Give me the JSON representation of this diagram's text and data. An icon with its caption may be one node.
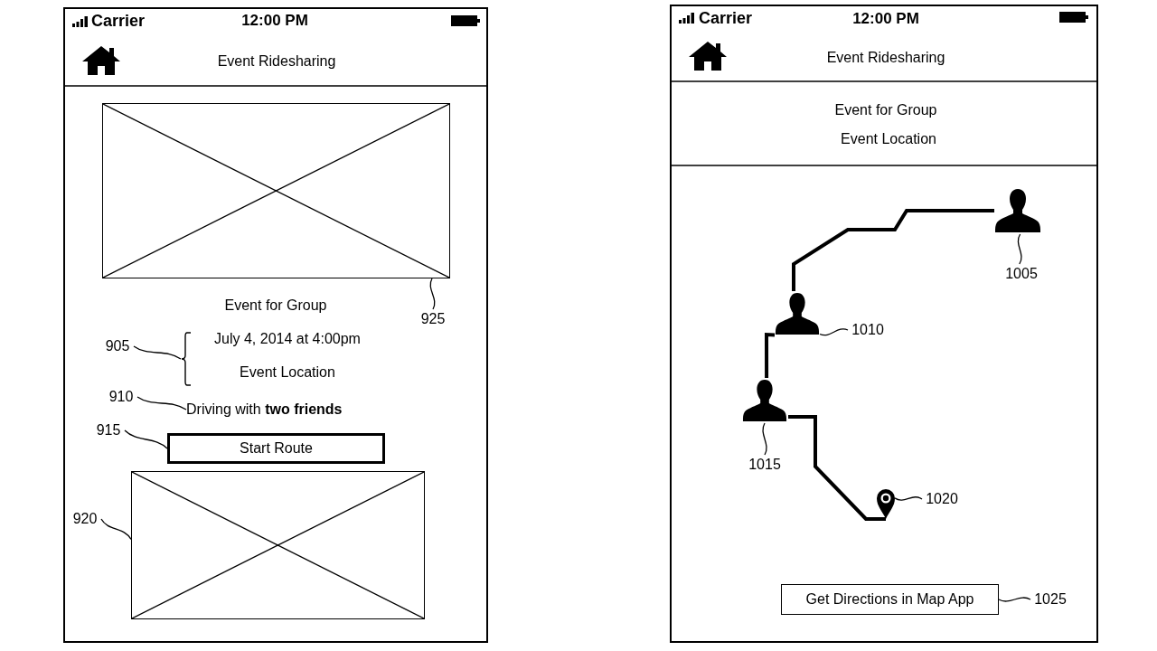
{
  "diagram": {
    "nodes": [
      {
        "text": [],
        "shape": "box"
      },
      {
        "text": [],
        "shape": "box",
        "in": 0
      },
      {
        "text": [
          "925"
        ],
        "in": 0
      },
      {
        "text": [
          "905"
        ],
        "in": 0
      },
      {
        "text": [
          "July 4, 2014 at 4:00pm",
          "Event Location"
        ],
        "in": 0
      },
      {
        "text": [
          "910"
        ],
        "in": 0
      },
      {
        "text": [
          "Driving with **two friends**"
        ],
        "in": 0
      },
      {
        "text": [
          "915"
        ],
        "in": 0
      },
      {
        "text": [
          "Start Route"
        ],
        "in": 0
      },
      {
        "text": [
          "920"
        ],
        "in": 0
      },
      {
        "text": [],
        "shape": "box",
        "in": 0
      },
      {
        "text": [],
        "shape": "box"
      },
      {
        "text": [],
        "shape": "person",
        "in": 11
      },
      {
        "text": [
          "1005"
        ],
        "in": 11
      },
      {
        "text": [],
        "shape": "person",
        "in": 11
      },
      {
        "text": [
          "1010"
        ],
        "in": 11
      },
      {
        "text": [],
        "shape": "person",
        "in": 11
      },
      {
        "text": [
          "1015"
        ],
        "in": 11
      },
      {
        "text": [],
        "shape": "pin",
        "in": 11
      },
      {
        "text": [
          "1020"
        ],
        "in": 11
      },
      {
        "text": [
          "Get Directions in Map App"
        ],
        "in": 11
      },
      {
        "text": [
          "1025"
        ],
        "in": 11
      }
    ],
    "edges": [
      {
        "from": 2,
        "to": 1,
        "arrow": "none"
      },
      {
        "from": 3,
        "to": 4,
        "arrow": "none"
      },
      {
        "from": 5,
        "to": 6,
        "arrow": "none"
      },
      {
        "from": 7,
        "to": 8,
        "arrow": "none"
      },
      {
        "from": 9,
        "to": 10,
        "arrow": "none"
      },
      {
        "from": 13,
        "to": 12,
        "arrow": "none"
      },
      {
        "from": 15,
        "to": 14,
        "arrow": "none"
      },
      {
        "from": 17,
        "to": 16,
        "arrow": "none"
      },
      {
        "from": 19,
        "to": 18,
        "arrow": "none"
      },
      {
        "from": 21,
        "to": 20,
        "arrow": "none"
      },
      {
        "from": 12,
        "to": 14,
        "arrow": "none",
        "style": "thick"
      },
      {
        "from": 14,
        "to": 16,
        "arrow": "none",
        "style": "thick"
      },
      {
        "from": 16,
        "to": 18,
        "arrow": "none",
        "style": "thick"
      }
    ],
    "labels": [
      "Carrier",
      "12:00 PM",
      "Event Ridesharing",
      "Event for Group",
      "Carrier",
      "12:00 PM",
      "Event Ridesharing",
      "Event for Group",
      "Event Location"
    ]
  }
}
